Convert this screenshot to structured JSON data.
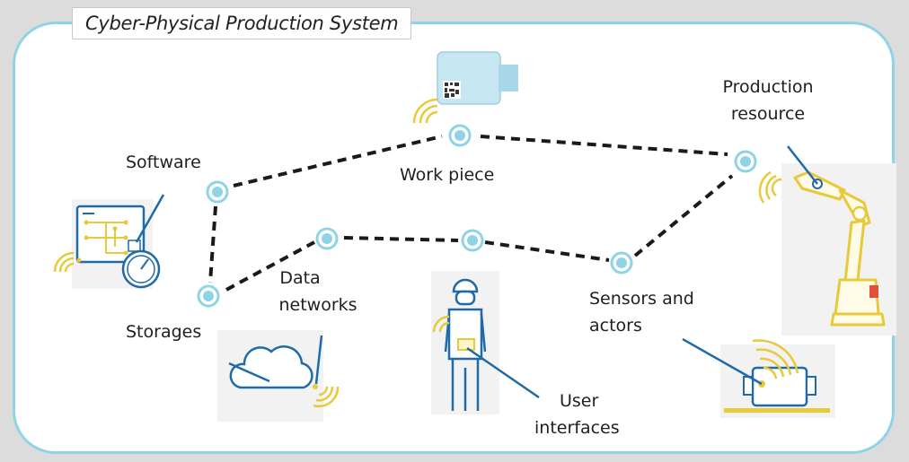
{
  "diagram": {
    "title": "Cyber-Physical Production System",
    "nodes": {
      "software": {
        "label": "Software"
      },
      "storages": {
        "label": "Storages"
      },
      "work_piece": {
        "label": "Work piece"
      },
      "production_resource": {
        "label_lines": [
          "Production",
          "resource"
        ]
      },
      "data_networks": {
        "label_lines": [
          "Data",
          "networks"
        ]
      },
      "user_interfaces": {
        "label_lines": [
          "User",
          "interfaces"
        ]
      },
      "sensors_actors": {
        "label_lines": [
          "Sensors and",
          "actors"
        ]
      }
    }
  },
  "colors": {
    "frame_border": "#8fd3e6",
    "node_fill": "#8fd3e6",
    "node_ring": "#ffffff",
    "connector": "#1a1a1a",
    "pointer_line": "#1f6aa8",
    "signal": "#e8c93a"
  }
}
